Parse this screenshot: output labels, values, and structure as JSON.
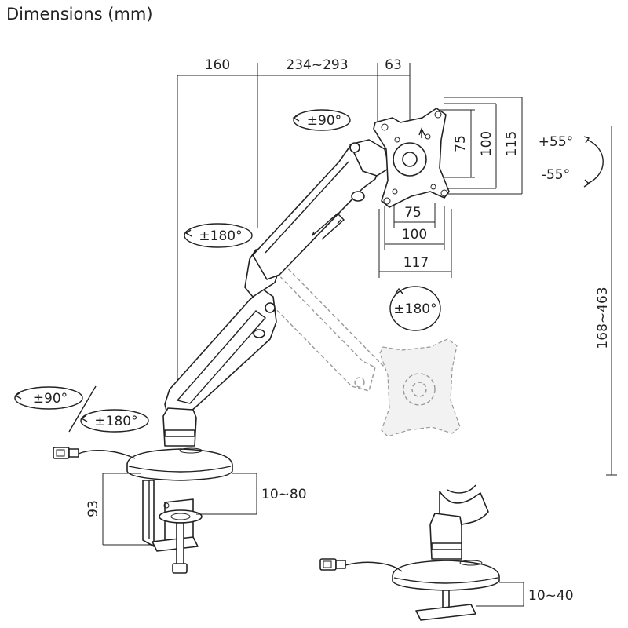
{
  "title": "Dimensions (mm)",
  "dimensions": {
    "top_a": "160",
    "top_b": "234~293",
    "top_c": "63",
    "vesa_v1": "75",
    "vesa_v2": "100",
    "vesa_v3": "115",
    "vesa_h1": "75",
    "vesa_h2": "100",
    "vesa_h3": "117",
    "height_range": "168~463",
    "clamp_height": "93",
    "clamp_range": "10~80",
    "grommet_range": "10~40"
  },
  "angles": {
    "tilt_up": "+55°",
    "tilt_down": "-55°",
    "head_swivel": "±90°",
    "head_rotate": "±180°",
    "elbow": "±180°",
    "base_swivel": "±90°",
    "base_rotate": "±180°"
  }
}
